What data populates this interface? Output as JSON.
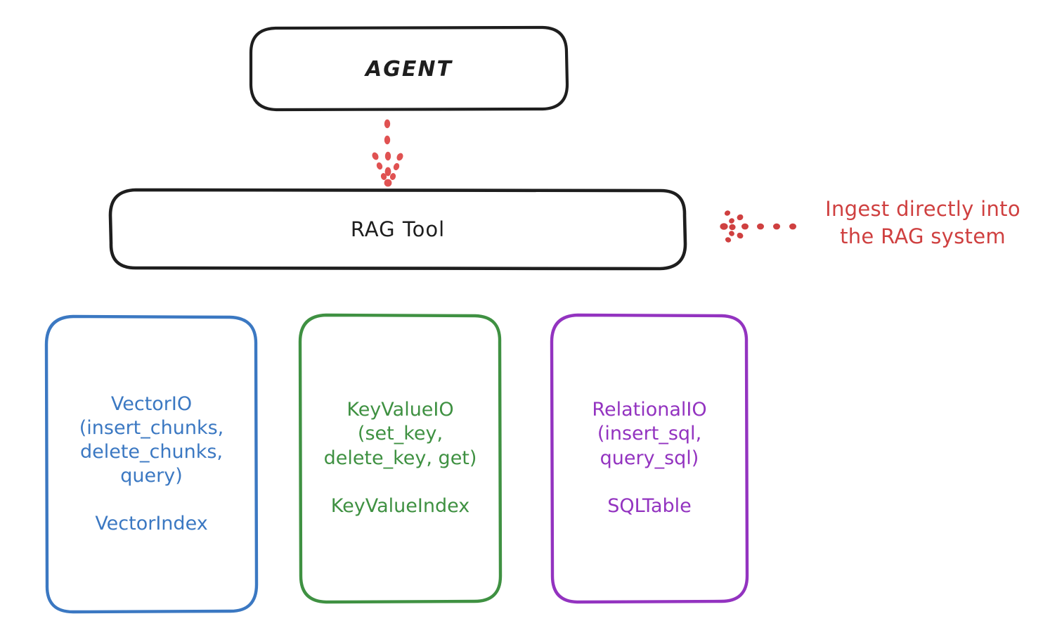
{
  "diagram": {
    "title_nodes": {
      "agent": {
        "label": "AGENT",
        "color": "#1e1e1e"
      },
      "rag_tool": {
        "label": "RAG Tool",
        "color": "#1e1e1e"
      }
    },
    "cards": [
      {
        "id": "vectorio",
        "color": "#3b78c2",
        "primary": "VectorIO\n(insert_chunks,\ndelete_chunks,\nquery)",
        "secondary": "VectorIndex"
      },
      {
        "id": "keyvalueio",
        "color": "#3f9142",
        "primary": "KeyValueIO\n(set_key,\ndelete_key, get)",
        "secondary": "KeyValueIndex"
      },
      {
        "id": "relationalio",
        "color": "#9333c0",
        "primary": "RelationalIO\n(insert_sql,\nquery_sql)",
        "secondary": "SQLTable"
      }
    ],
    "annotation": {
      "text": "Ingest directly into\nthe RAG system",
      "color": "#cf4040"
    },
    "connectors": [
      {
        "id": "agent-to-ragtool",
        "style": "dotted-arrow",
        "direction": "down",
        "color": "#e05252"
      },
      {
        "id": "annotation-to-ragtool",
        "style": "dotted-arrow",
        "direction": "left",
        "color": "#cf4040"
      }
    ]
  }
}
